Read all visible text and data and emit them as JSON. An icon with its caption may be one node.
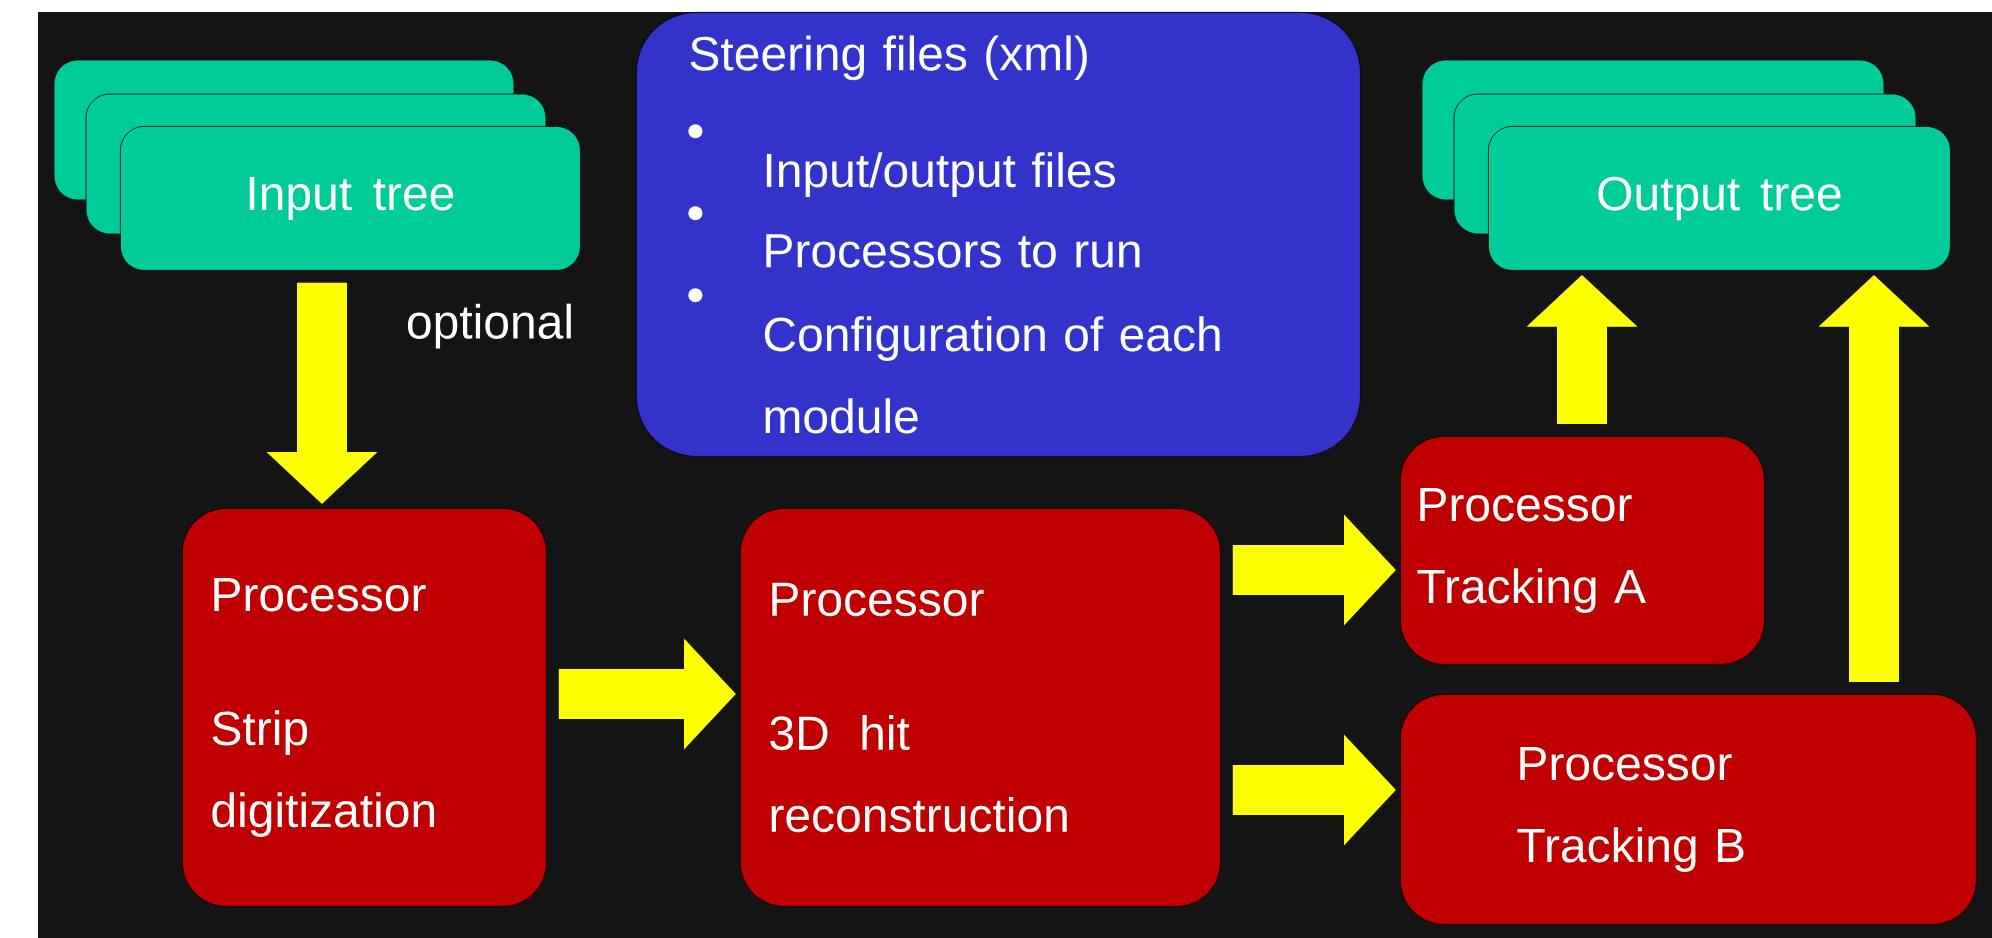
{
  "diagram": {
    "nodes": [
      {
        "text": [
          "Input tree"
        ]
      },
      {
        "text": [
          "Steering files (xml)",
          "Input/output files",
          "Processors to run",
          "Configuration of each module"
        ]
      },
      {
        "text": [
          "Output tree"
        ]
      },
      {
        "text": [
          "Processor",
          "Strip digitization"
        ]
      },
      {
        "text": [
          "Processor",
          "3D hit reconstruction"
        ]
      },
      {
        "text": [
          "Processor Tracking A"
        ]
      },
      {
        "text": [
          "Processor Tracking B"
        ]
      }
    ],
    "edges": [
      {
        "from": 0,
        "to": 3,
        "arrow": "to",
        "label": "optional"
      },
      {
        "from": 3,
        "to": 4,
        "arrow": "to"
      },
      {
        "from": 4,
        "to": 5,
        "arrow": "to"
      },
      {
        "from": 4,
        "to": 6,
        "arrow": "to"
      },
      {
        "from": 5,
        "to": 2,
        "arrow": "to"
      },
      {
        "from": 6,
        "to": 2,
        "arrow": "to"
      }
    ]
  }
}
